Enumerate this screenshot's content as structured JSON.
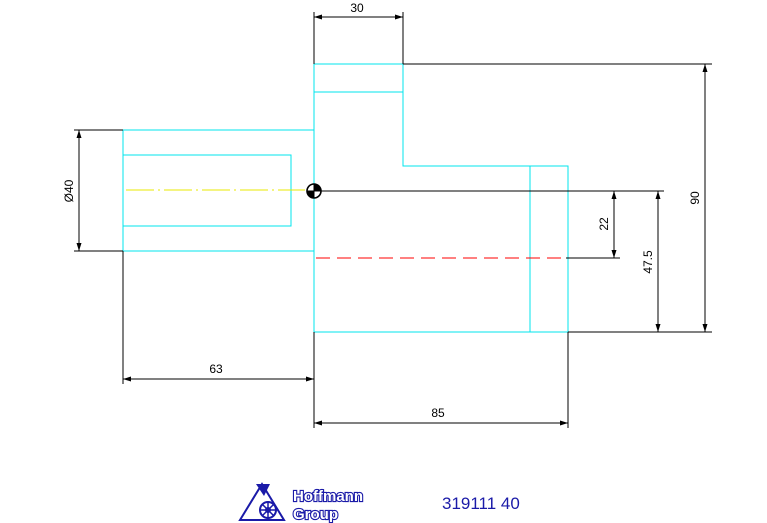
{
  "dimensions": {
    "top_width": "30",
    "diameter": "Ø40",
    "overall_height": "90",
    "offset_22": "22",
    "offset_47_5": "47.5",
    "left_length": "63",
    "right_length": "85"
  },
  "brand": {
    "name_line1": "Hoffmann",
    "name_line2": "Group",
    "logo_icon": "hoffmann-logo-icon"
  },
  "part_number": "319111 40",
  "colors": {
    "outline": "#00e5ee",
    "dimension": "#000000",
    "centerline_shank": "#e8e800",
    "centerline_bore": "#ff0000",
    "brand": "#1a1aa8"
  }
}
